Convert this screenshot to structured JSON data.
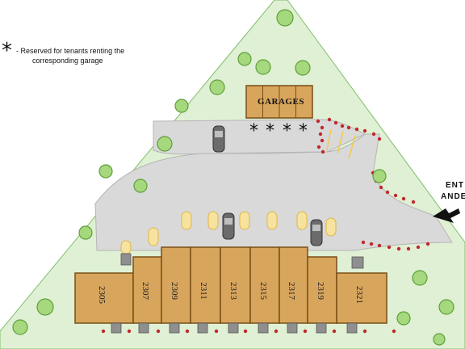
{
  "legend": {
    "symbol": "*",
    "dash": "-",
    "line1": "Reserved for tenants renting the",
    "line2": "corresponding garage"
  },
  "entrance": {
    "line1": "ENT",
    "line2": "ANDE"
  },
  "garages": {
    "label": "GARAGES",
    "reserved_marker": "*"
  },
  "units": [
    "2305",
    "2307",
    "2309",
    "2311",
    "2313",
    "2315",
    "2317",
    "2319",
    "2321"
  ],
  "colors": {
    "grass": "#dff0d4",
    "pavement": "#d9d9d9",
    "building": "#d8a55c",
    "building_outline": "#7a4e16",
    "tree": "#a6d87e",
    "shrub": "#c0292b",
    "arrow": "#111111",
    "parking_stripe": "#f2c94c"
  }
}
